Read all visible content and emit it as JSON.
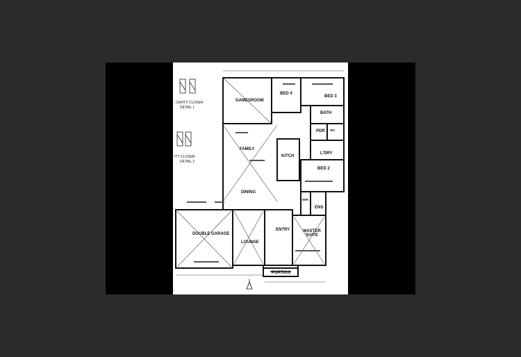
{
  "rooms": {
    "gamesroom": "GAMESROOM",
    "bed4": "BED 4",
    "bed3": "BED 3",
    "bath": "BATH",
    "wc": "WC",
    "pdr": "PDR",
    "family": "FAMILY",
    "kitchen": "KITCH",
    "ldry": "L'DRY",
    "bed2": "BED 2",
    "dining": "DINING",
    "wir": "WIR",
    "ens": "ENS",
    "double_garage": "DOUBLE GARAGE",
    "lounge": "LOUNGE",
    "entry": "ENTRY",
    "master_suite": "MASTER SUITE",
    "portico": "PORTICO"
  },
  "details": {
    "detail1_line1": "CAVITY CLOSER",
    "detail1_line2": "DETAIL 1",
    "detail2_line1": "ITY CLOSER",
    "detail2_line2": "DETAIL 2"
  }
}
